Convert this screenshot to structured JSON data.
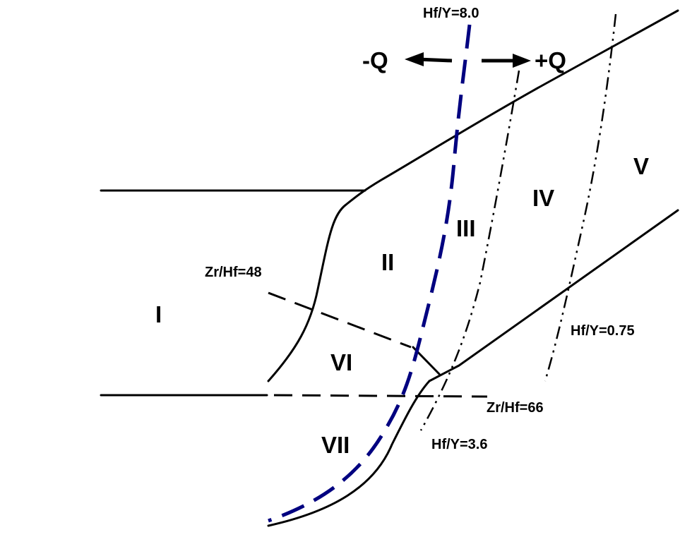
{
  "regions": {
    "I": "I",
    "II": "II",
    "III": "III",
    "IV": "IV",
    "V": "V",
    "VI": "VI",
    "VII": "VII"
  },
  "parameters": {
    "hf_y_8": "Hf/Y=8.0",
    "zr_hf_48": "Zr/Hf=48",
    "zr_hf_66": "Zr/Hf=66",
    "hf_y_075": "Hf/Y=0.75",
    "hf_y_36": "Hf/Y=3.6"
  },
  "arrows": {
    "minus_q": "-Q",
    "plus_q": "+Q"
  },
  "colors": {
    "line": "#000000",
    "blue_line": "#000080",
    "background": "#ffffff"
  }
}
